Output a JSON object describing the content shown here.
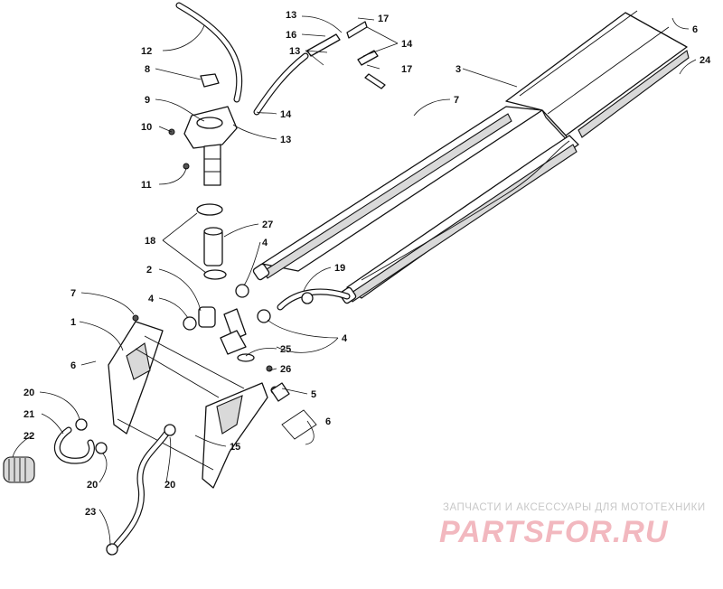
{
  "diagram": {
    "callouts": [
      {
        "id": "c12",
        "label": "12"
      },
      {
        "id": "c8",
        "label": "8"
      },
      {
        "id": "c9",
        "label": "9"
      },
      {
        "id": "c10",
        "label": "10"
      },
      {
        "id": "c11",
        "label": "11"
      },
      {
        "id": "c13a",
        "label": "13"
      },
      {
        "id": "c16",
        "label": "16"
      },
      {
        "id": "c17a",
        "label": "17"
      },
      {
        "id": "c14a",
        "label": "14"
      },
      {
        "id": "c13b",
        "label": "13"
      },
      {
        "id": "c17b",
        "label": "17"
      },
      {
        "id": "c14b",
        "label": "14"
      },
      {
        "id": "c13c",
        "label": "13"
      },
      {
        "id": "c3",
        "label": "3"
      },
      {
        "id": "c6a",
        "label": "6"
      },
      {
        "id": "c24",
        "label": "24"
      },
      {
        "id": "c7a",
        "label": "7"
      },
      {
        "id": "c18",
        "label": "18"
      },
      {
        "id": "c27",
        "label": "27"
      },
      {
        "id": "c4a",
        "label": "4"
      },
      {
        "id": "c2",
        "label": "2"
      },
      {
        "id": "c19",
        "label": "19"
      },
      {
        "id": "c7b",
        "label": "7"
      },
      {
        "id": "c4b",
        "label": "4"
      },
      {
        "id": "c1",
        "label": "1"
      },
      {
        "id": "c4c",
        "label": "4"
      },
      {
        "id": "c25",
        "label": "25"
      },
      {
        "id": "c6b",
        "label": "6"
      },
      {
        "id": "c26",
        "label": "26"
      },
      {
        "id": "c5",
        "label": "5"
      },
      {
        "id": "c20a",
        "label": "20"
      },
      {
        "id": "c6c",
        "label": "6"
      },
      {
        "id": "c21",
        "label": "21"
      },
      {
        "id": "c15",
        "label": "15"
      },
      {
        "id": "c22",
        "label": "22"
      },
      {
        "id": "c20b",
        "label": "20"
      },
      {
        "id": "c20c",
        "label": "20"
      },
      {
        "id": "c23",
        "label": "23"
      }
    ]
  },
  "watermark": {
    "subtitle": "ЗАПЧАСТИ И АКСЕССУАРЫ ДЛЯ МОТОТЕХНИКИ",
    "logo": "PARTSFOR.RU"
  },
  "colors": {
    "line": "#111111",
    "watermark_logo": "#f2b8bf",
    "watermark_text": "#c8c8c8"
  }
}
